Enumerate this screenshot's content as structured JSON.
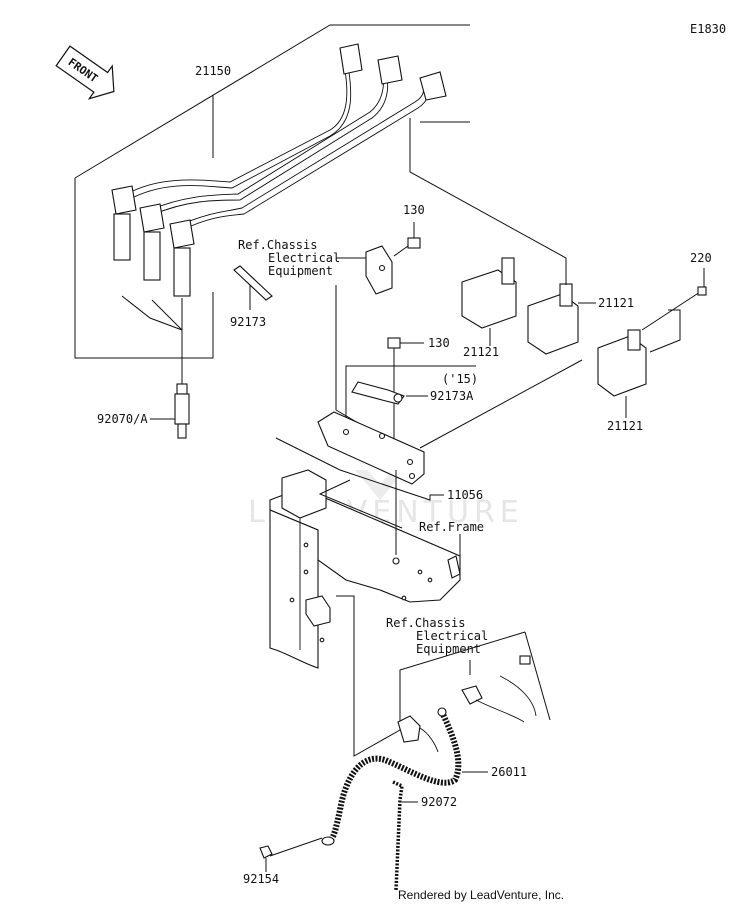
{
  "diagram_code": "E1830",
  "front_arrow_label": "FRONT",
  "parts": {
    "p21150": "21150",
    "p130_top": "130",
    "p130_mid": "130",
    "p220": "220",
    "p21121_a": "21121",
    "p21121_b": "21121",
    "p21121_c": "21121",
    "p92173": "92173",
    "p92173A": "92173A",
    "p92173A_year": "('15)",
    "p92070A": "92070/A",
    "p11056": "11056",
    "p26011": "26011",
    "p92072": "92072",
    "p92154": "92154"
  },
  "refs": {
    "chassis_top": [
      "Ref.Chassis",
      "Electrical",
      "Equipment"
    ],
    "frame": "Ref.Frame",
    "chassis_bottom": [
      "Ref.Chassis",
      "Electrical",
      "Equipment"
    ]
  },
  "watermark": "LEADVENTURE",
  "credit": "Rendered by LeadVenture, Inc."
}
